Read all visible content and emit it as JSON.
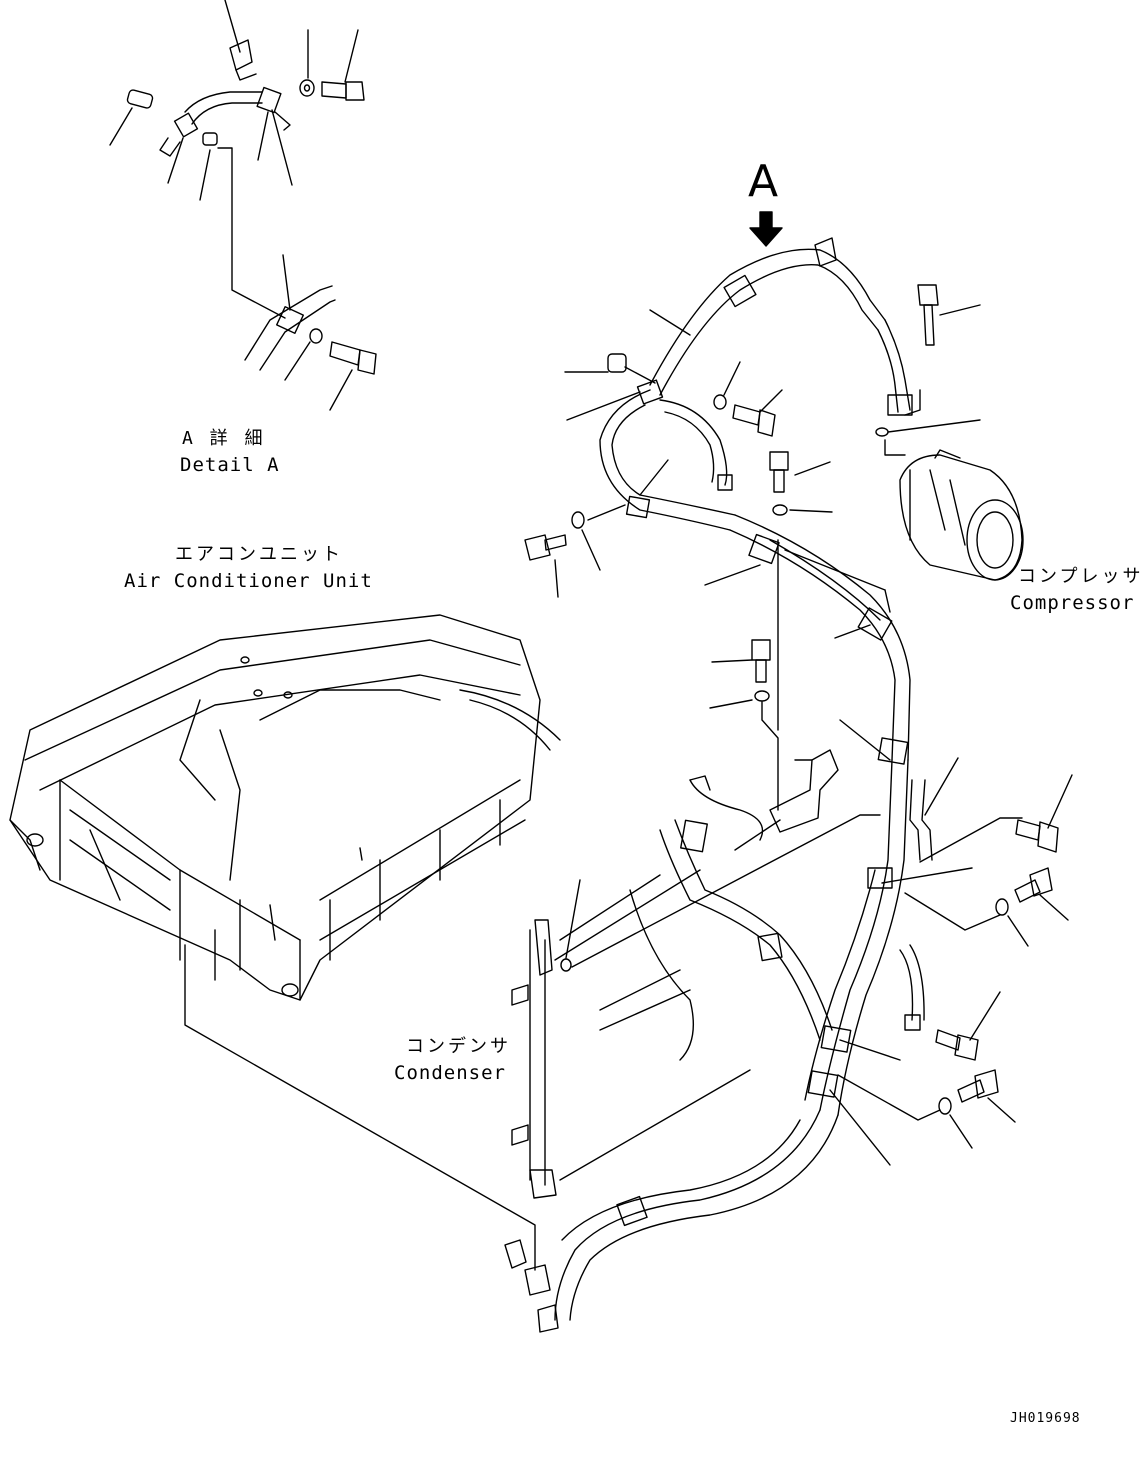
{
  "title_view": "A",
  "detail": {
    "jp": "A 詳 細",
    "en": "Detail A"
  },
  "labels": {
    "ac_unit": {
      "jp": "エアコンユニット",
      "en": "Air Conditioner Unit"
    },
    "compressor": {
      "jp": "コンプレッサ",
      "en": "Compressor"
    },
    "condenser": {
      "jp": "コンデンサ",
      "en": "Condenser"
    }
  },
  "drawing_number": "JH019698",
  "colors": {
    "line": "#000000",
    "background": "#ffffff"
  }
}
